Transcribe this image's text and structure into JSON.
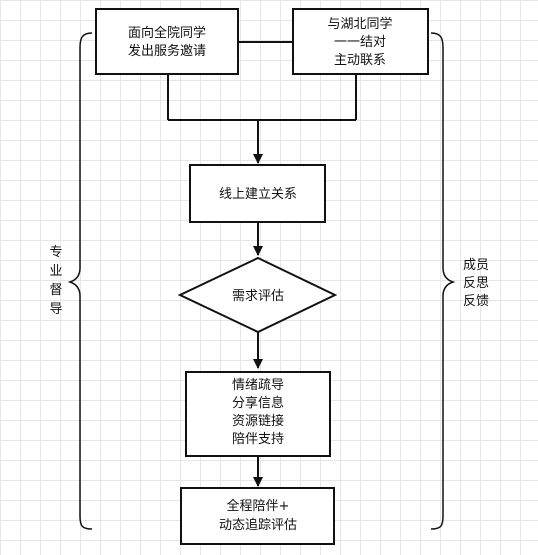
{
  "nodes": {
    "invite": {
      "lines": [
        "面向全院同学",
        "发出服务邀请"
      ]
    },
    "pair": {
      "lines": [
        "与湖北同学",
        "一一结对",
        "主动联系"
      ]
    },
    "online": {
      "lines": [
        "线上建立关系"
      ]
    },
    "assess": {
      "lines": [
        "需求评估"
      ]
    },
    "support": {
      "lines": [
        "情绪疏导",
        "分享信息",
        "资源链接",
        "陪伴支持"
      ]
    },
    "track": {
      "lines": [
        "全程陪伴+",
        "动态追踪评估"
      ]
    }
  },
  "sides": {
    "left": {
      "lines": [
        "专",
        "业",
        "督",
        "导"
      ]
    },
    "right": {
      "lines": [
        "成员",
        "反思",
        "反馈"
      ]
    }
  }
}
